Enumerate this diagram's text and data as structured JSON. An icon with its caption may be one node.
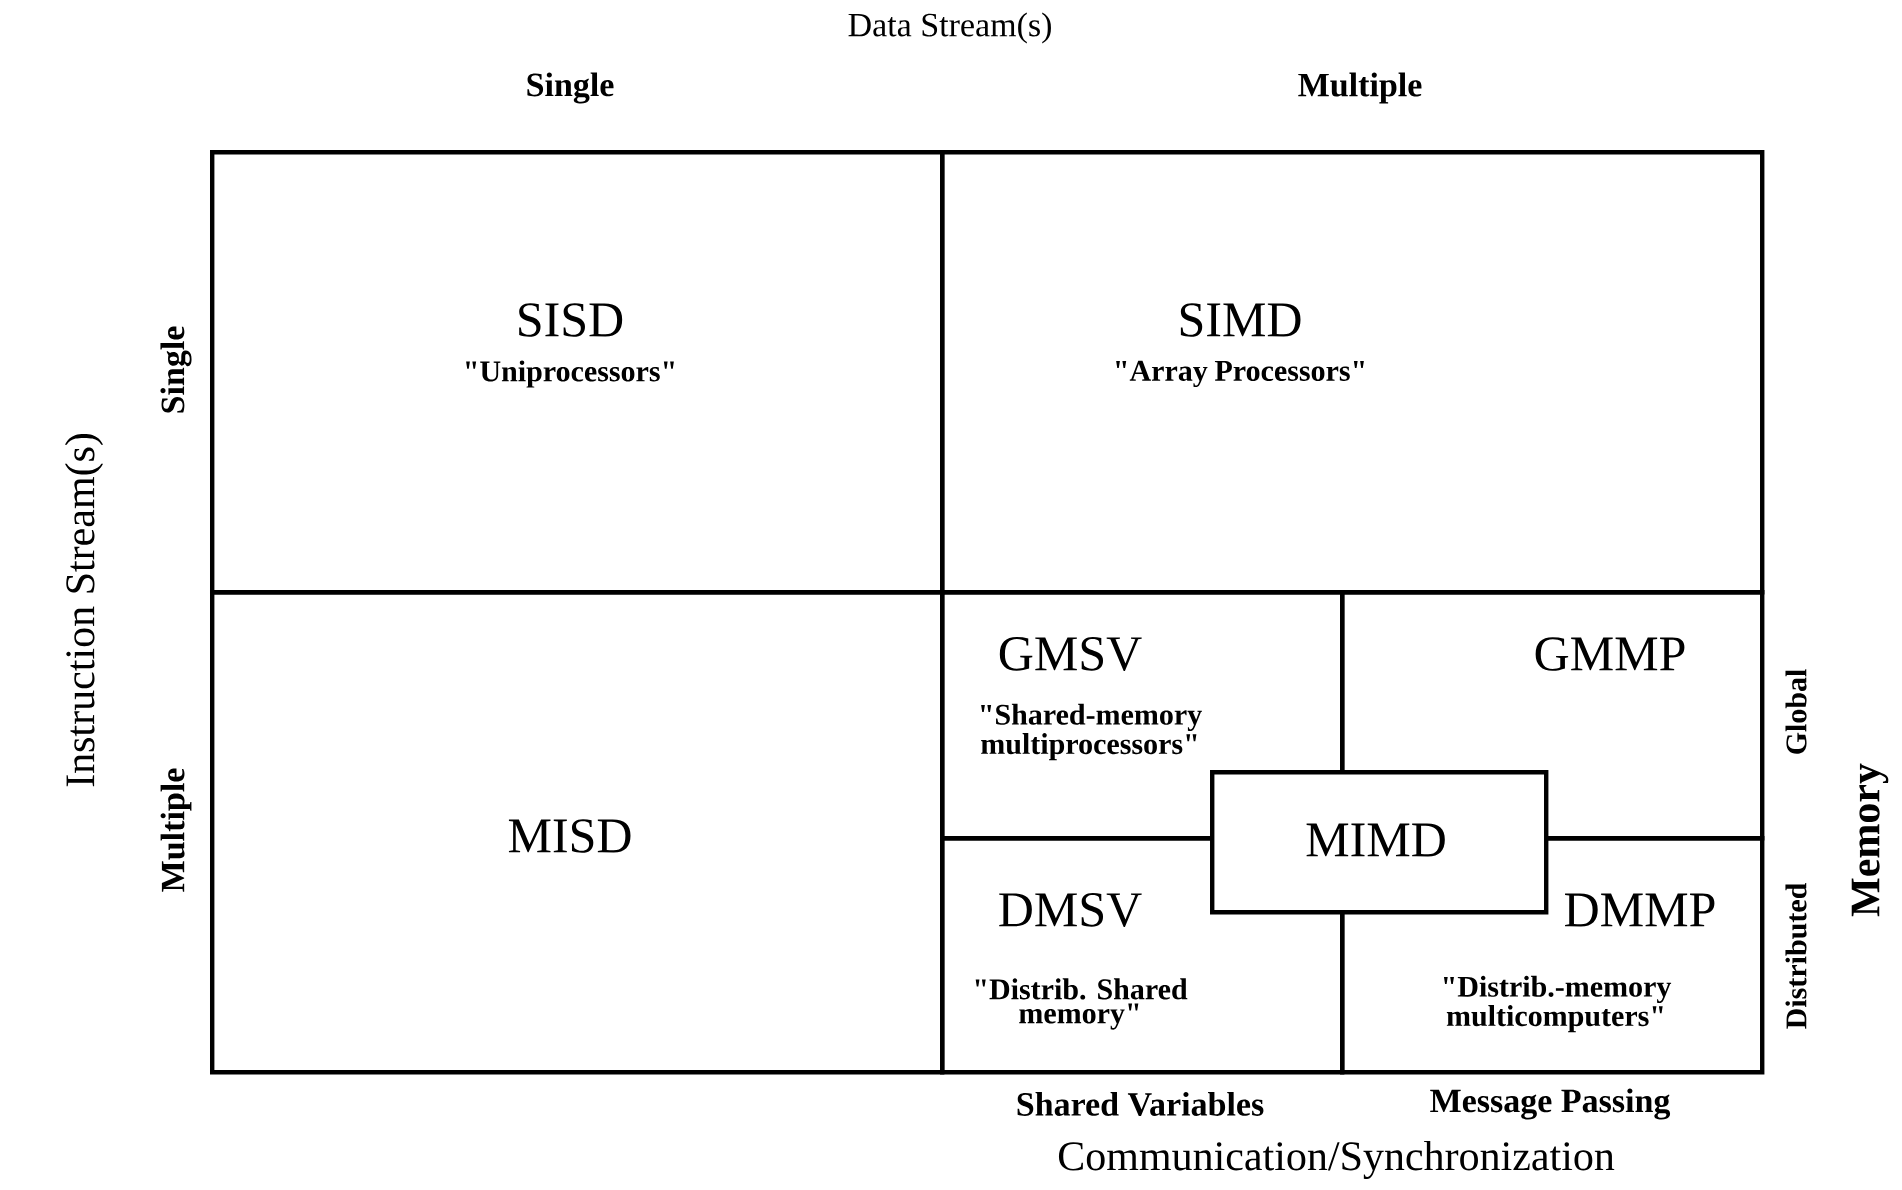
{
  "diagram": {
    "nodes": [
      {
        "text": [
          "SISD",
          "\"Uniprocessors\""
        ]
      },
      {
        "text": [
          "SIMD",
          "\"Array Processors\""
        ]
      },
      {
        "text": [
          "MISD"
        ]
      },
      {
        "text": [
          "GMSV",
          "\"Shared-memory multiprocessors\""
        ]
      },
      {
        "text": [
          "GMMP"
        ]
      },
      {
        "text": [
          "DMSV",
          "\"Distrib. Shared memory\""
        ]
      },
      {
        "text": [
          "DMMP",
          "\"Distrib.-memory multicomputers\""
        ]
      },
      {
        "text": [
          "MIMD"
        ]
      }
    ],
    "edges": [],
    "labels": [
      "Data Stream(s)",
      "Single",
      "Multiple",
      "Instruction Stream(s)",
      "Single",
      "Multiple",
      "Global",
      "Distributed",
      "Memory",
      "Shared Variables",
      "Message Passing",
      "Communication/Synchronization"
    ]
  }
}
